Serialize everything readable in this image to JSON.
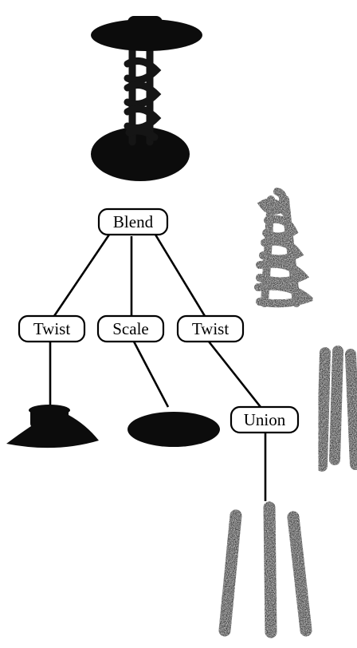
{
  "diagram": {
    "nodes": {
      "blend": "Blend",
      "twist_left": "Twist",
      "scale": "Scale",
      "twist_right": "Twist",
      "union": "Union"
    },
    "edges": [
      [
        "blend",
        "twist_left"
      ],
      [
        "blend",
        "scale"
      ],
      [
        "blend",
        "twist_right"
      ],
      [
        "twist_left",
        "base-disc-shape"
      ],
      [
        "scale",
        "ellipse-shape"
      ],
      [
        "twist_right",
        "union"
      ],
      [
        "union",
        "three-rods-shape"
      ]
    ]
  }
}
